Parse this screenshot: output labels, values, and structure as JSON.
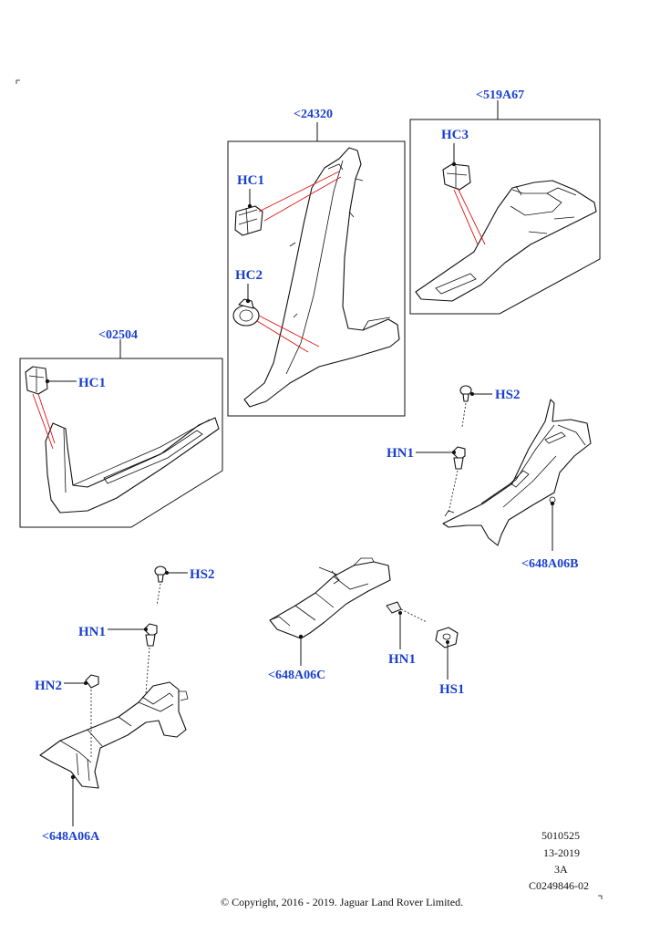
{
  "diagram": {
    "callouts": {
      "pillar_b": "<24320",
      "rear_quarter": "<519A67",
      "sill": "<02504",
      "tunnel_b": "<648A06B",
      "tunnel_c": "<648A06C",
      "tunnel_a": "<648A06A"
    },
    "fasteners": {
      "hc1_pillar": "HC1",
      "hc2_pillar": "HC2",
      "hc3_quarter": "HC3",
      "hc1_sill": "HC1",
      "hs2_b": "HS2",
      "hn1_b": "HN1",
      "hs2_a": "HS2",
      "hn1_a": "HN1",
      "hn2_a": "HN2",
      "hn1_c": "HN1",
      "hs1_c": "HS1"
    },
    "footer": {
      "code1": "5010525",
      "date": "13-2019",
      "rev": "3A",
      "ref": "C0249846-02",
      "copyright": "© Copyright, 2016 - 2019. Jaguar Land Rover Limited."
    }
  }
}
